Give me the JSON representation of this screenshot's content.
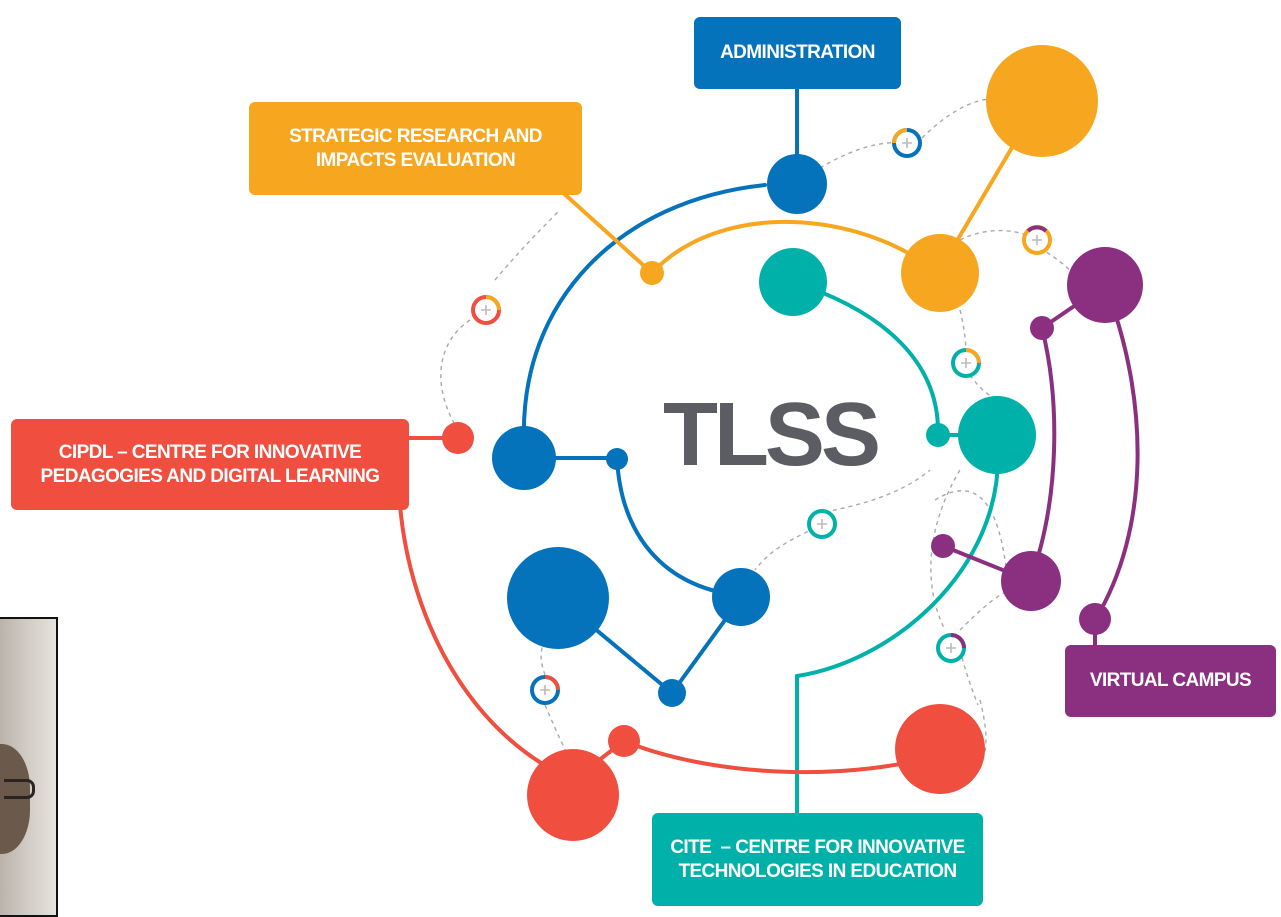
{
  "center_title": "TLSS",
  "labels": {
    "administration": "ADMINISTRATION",
    "strategic": [
      "STRATEGIC RESEARCH AND",
      "IMPACTS EVALUATION"
    ],
    "cipdl": [
      "CIPDL – CENTRE FOR INNOVATIVE",
      "PEDAGOGIES AND DIGITAL LEARNING"
    ],
    "cite": [
      "CITE  – CENTRE FOR INNOVATIVE",
      "TECHNOLOGIES IN EDUCATION"
    ],
    "virtual_campus": "VIRTUAL CAMPUS"
  },
  "colors": {
    "blue": "#0572bc",
    "orange": "#f6a71f",
    "teal": "#00b1a9",
    "red": "#f04e3e",
    "purple": "#8b2f80",
    "title_gray": "#5b5d62",
    "dashed": "#aaaaaa"
  },
  "icons": [
    "plus-connector-icon"
  ]
}
